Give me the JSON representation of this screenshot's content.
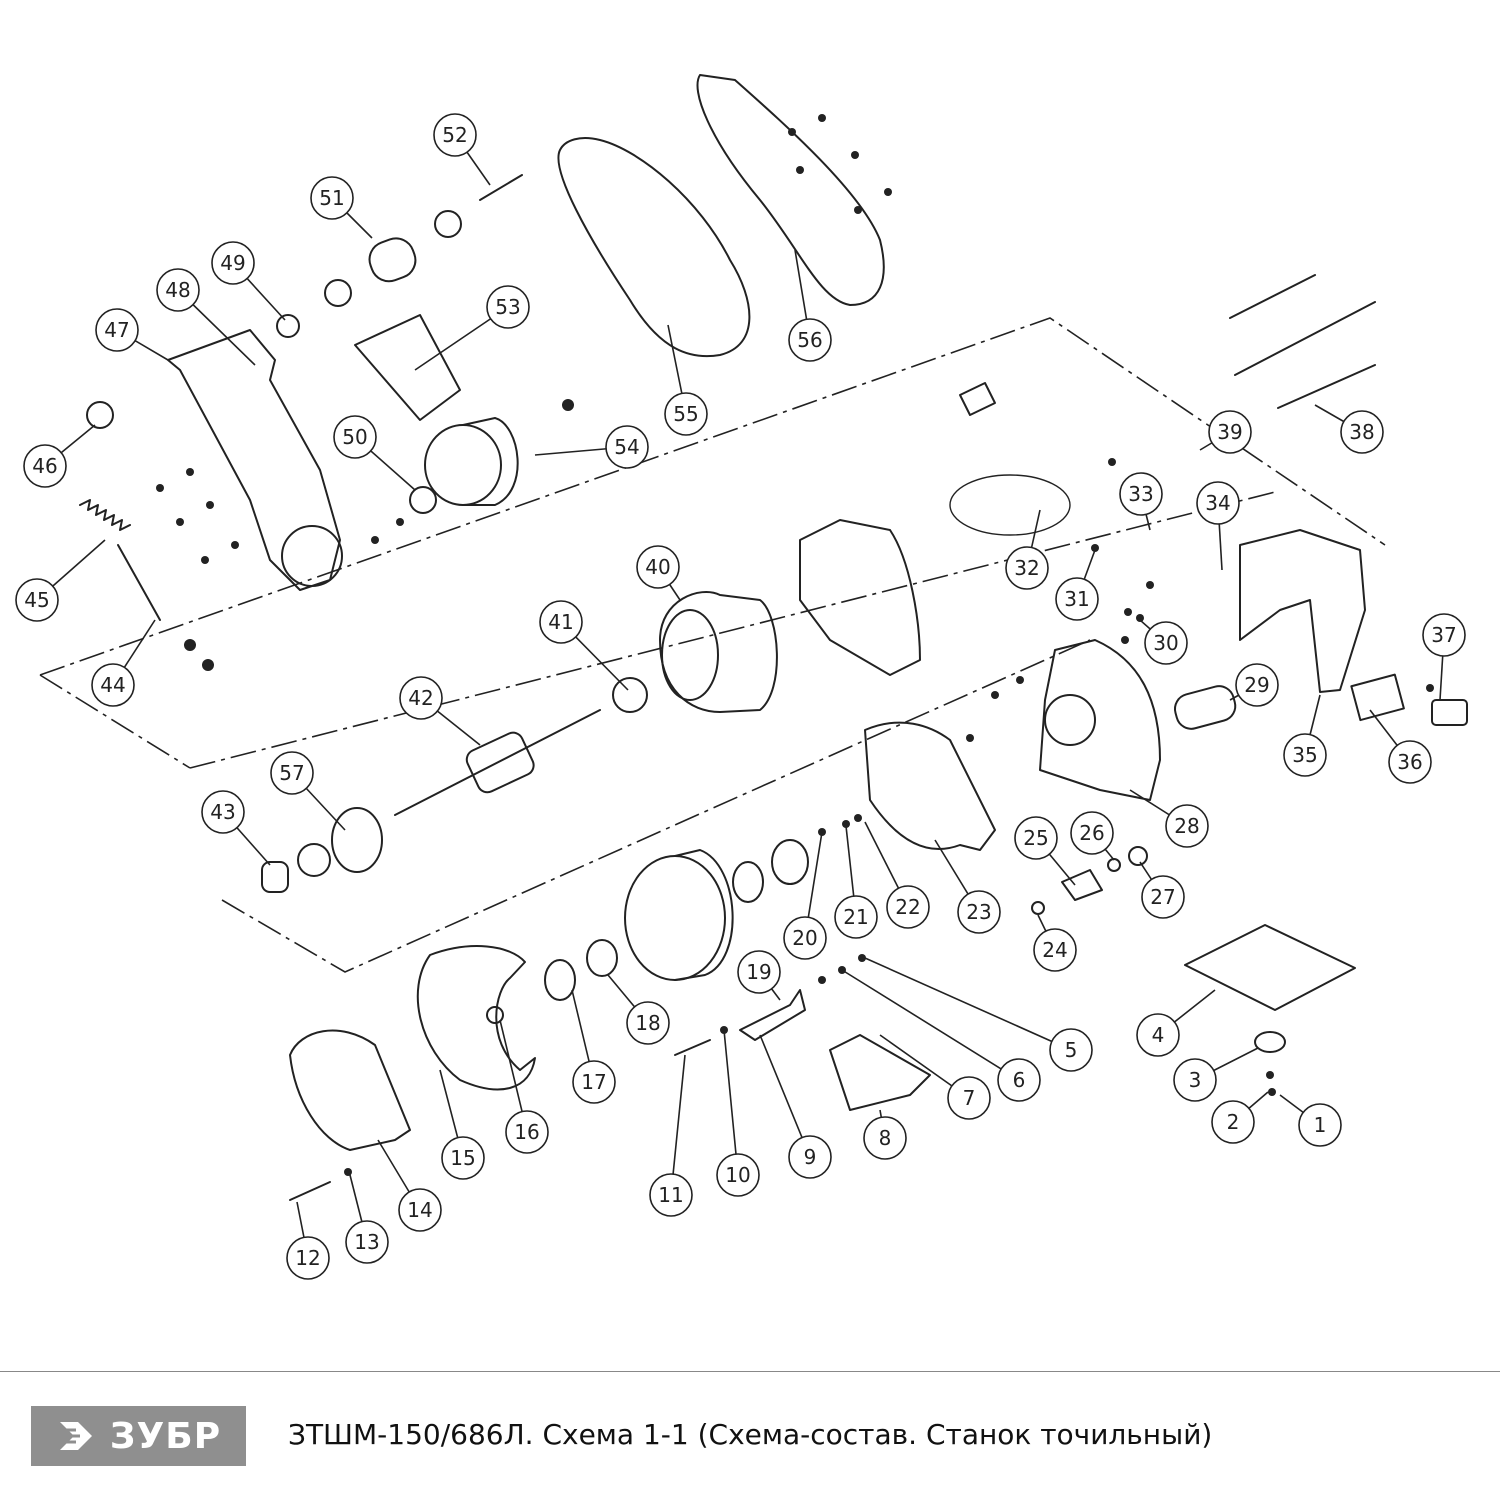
{
  "callouts": [
    "1",
    "2",
    "3",
    "4",
    "5",
    "6",
    "7",
    "8",
    "9",
    "10",
    "11",
    "12",
    "13",
    "14",
    "15",
    "16",
    "17",
    "18",
    "19",
    "20",
    "21",
    "22",
    "23",
    "24",
    "25",
    "26",
    "27",
    "28",
    "29",
    "30",
    "31",
    "32",
    "33",
    "34",
    "35",
    "36",
    "37",
    "38",
    "39",
    "40",
    "41",
    "42",
    "43",
    "44",
    "45",
    "46",
    "47",
    "48",
    "49",
    "50",
    "51",
    "52",
    "53",
    "54",
    "55",
    "56",
    "57"
  ],
  "footer": {
    "logo_text": "ЗУБР",
    "model": "ЗТШМ-150/686Л.",
    "description": " Схема 1-1 (Схема-состав. Станок точильный)"
  }
}
